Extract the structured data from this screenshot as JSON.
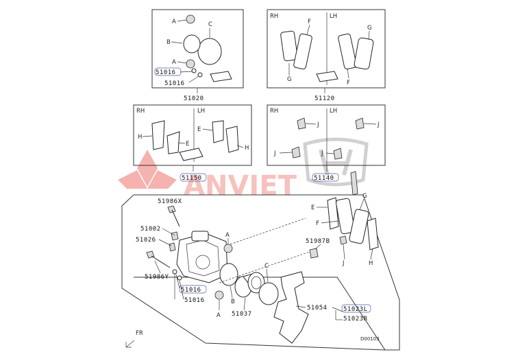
{
  "boxes": {
    "box1": {
      "part_number": "51020",
      "labels": {
        "a1": "A",
        "c": "C",
        "b": "B",
        "a2": "A"
      },
      "subparts": [
        "51016",
        "51016"
      ]
    },
    "box2": {
      "part_number": "51120",
      "side_left": "RH",
      "side_right": "LH",
      "labels": {
        "f1": "F",
        "g1": "G",
        "g2": "G",
        "f2": "F"
      }
    },
    "box3": {
      "part_number": "51150",
      "side_left": "RH",
      "side_right": "LH",
      "labels": {
        "h1": "H",
        "e1": "E",
        "e2": "E",
        "h2": "H"
      }
    },
    "box4": {
      "part_number": "51140",
      "side_left": "RH",
      "side_right": "LH",
      "labels": {
        "j1": "J",
        "j2": "J",
        "j3": "J",
        "j4": "J"
      }
    }
  },
  "main": {
    "labels": {
      "p51986x": "51986X",
      "p51002": "51002",
      "p51026": "51026",
      "p51986y": "51986Y",
      "p51016a": "51016",
      "p51016b": "51016",
      "p51037": "51037",
      "p51054": "51054",
      "p51023l": "51023L",
      "p51023r": "51023R",
      "p51987b": "51987B",
      "a_upper": "A",
      "a_lower": "A",
      "b": "B",
      "c": "C",
      "e": "E",
      "f": "F",
      "g": "G",
      "h": "H",
      "j": "J"
    },
    "fr": "FR",
    "diagram_code": "D00103"
  },
  "watermark": {
    "text": "ANVIET"
  },
  "colors": {
    "line": "#222222",
    "watermark_red": "#e2231a",
    "highlight": "#4a5fb0"
  }
}
